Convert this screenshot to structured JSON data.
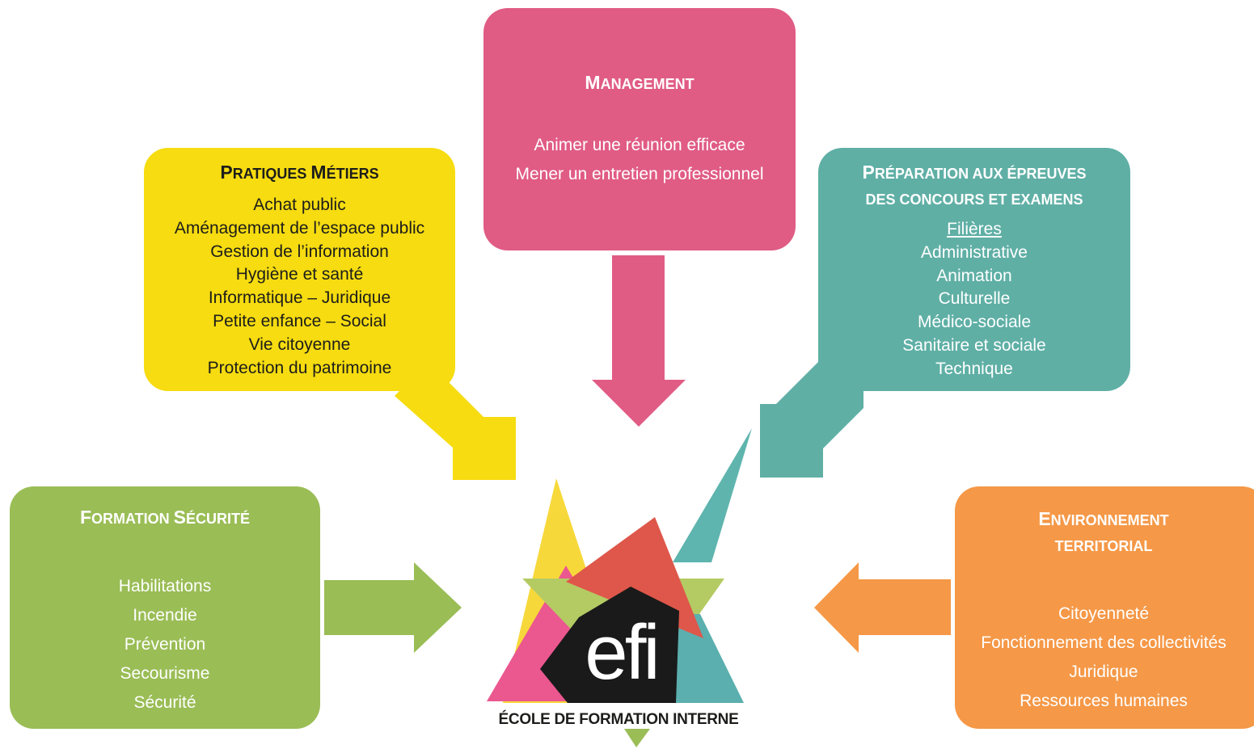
{
  "management": {
    "title_first": "M",
    "title_rest": "anagement",
    "items": [
      "Animer une réunion efficace",
      "Mener un entretien professionnel"
    ],
    "color": "#e05c85"
  },
  "pratiques": {
    "title_first": "P",
    "title_rest": "ratiques ",
    "title_second_first": "M",
    "title_second_rest": "étiers",
    "items": [
      "Achat public",
      "Aménagement de l’espace public",
      "Gestion de l’information",
      "Hygiène et santé",
      "Informatique – Juridique",
      "Petite enfance – Social",
      "Vie citoyenne",
      "Protection du patrimoine"
    ],
    "color": "#f6dc10"
  },
  "preparation": {
    "title_first": "P",
    "title_line1_rest": "réparation aux épreuves",
    "title_line2": "des concours et examens",
    "subheading": "Filières",
    "items": [
      "Administrative",
      "Animation",
      "Culturelle",
      "Médico-sociale",
      "Sanitaire et sociale",
      "Technique"
    ],
    "color": "#5fafa5"
  },
  "securite": {
    "title_first": "F",
    "title_rest": "ormation ",
    "title_second_first": "S",
    "title_second_rest": "écurité",
    "items": [
      "Habilitations",
      "Incendie",
      "Prévention",
      "Secourisme",
      "Sécurité"
    ],
    "color": "#9abd56"
  },
  "environnement": {
    "title_first": "E",
    "title_line1_rest": "nvironnement",
    "title_line2": "territorial",
    "items": [
      "Citoyenneté",
      "Fonctionnement des collectivités",
      "Juridique",
      "Ressources humaines"
    ],
    "color": "#f59847"
  },
  "logo": {
    "word": "efi",
    "caption": "ÉCOLE DE FORMATION INTERNE"
  }
}
